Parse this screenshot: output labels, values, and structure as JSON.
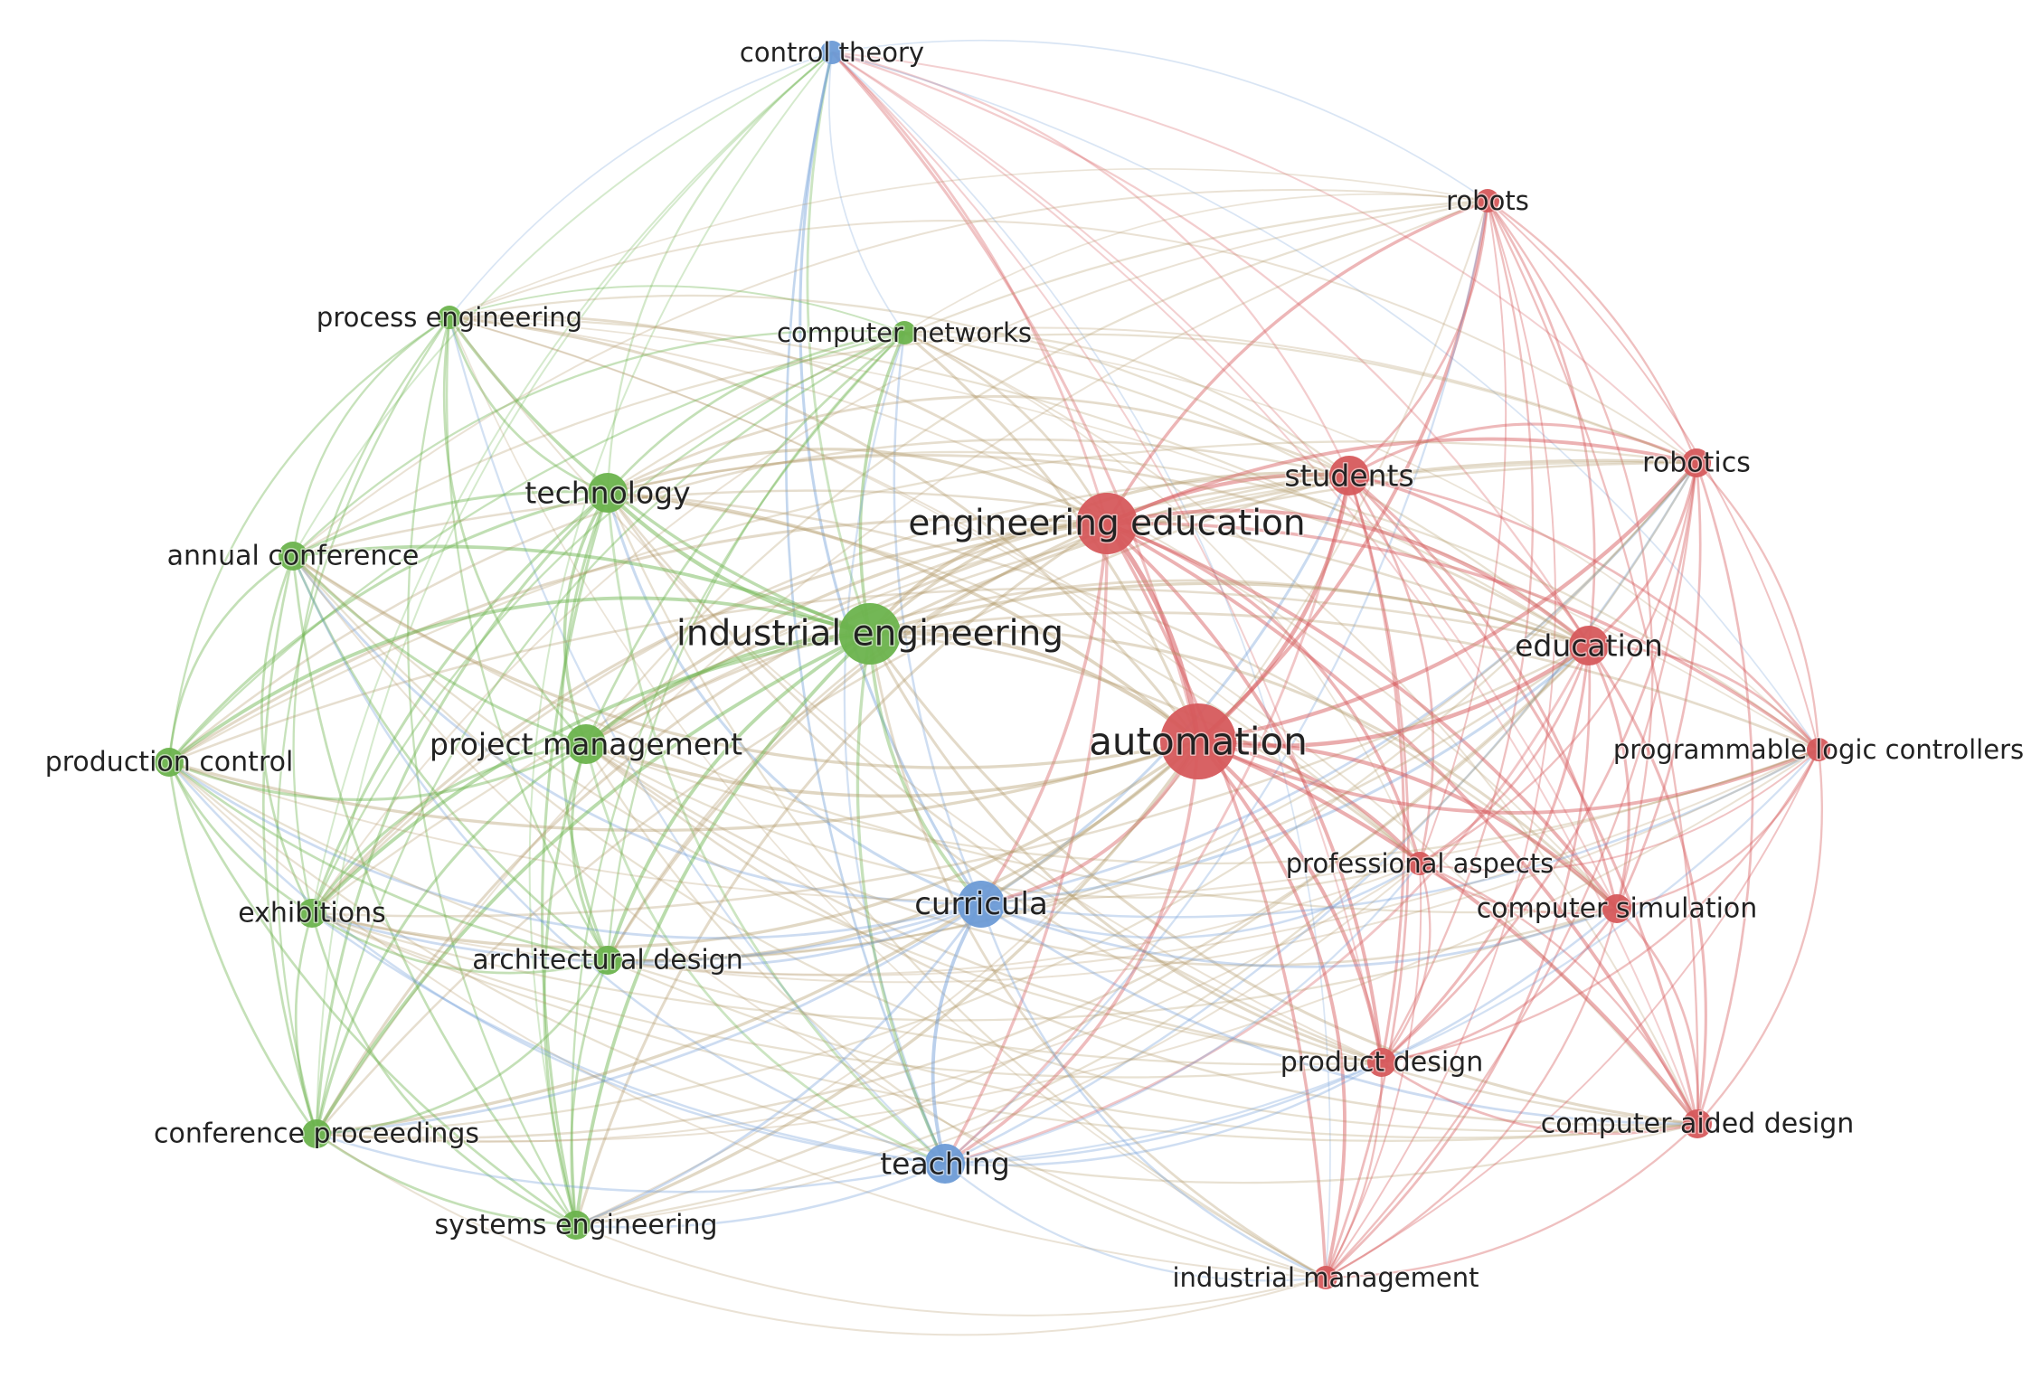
{
  "colors": {
    "cluster1": "#d65a5c",
    "cluster2": "#6cb34d",
    "cluster3": "#6d9bd6",
    "background": "#ffffff"
  },
  "nodes": [
    {
      "id": "control-theory",
      "label": "control theory",
      "cluster": 3,
      "weight": 1
    },
    {
      "id": "robots",
      "label": "robots",
      "cluster": 1,
      "weight": 1
    },
    {
      "id": "process-engineering",
      "label": "process engineering",
      "cluster": 2,
      "weight": 1
    },
    {
      "id": "computer-networks",
      "label": "computer networks",
      "cluster": 2,
      "weight": 1
    },
    {
      "id": "students",
      "label": "students",
      "cluster": 1,
      "weight": 3
    },
    {
      "id": "robotics",
      "label": "robotics",
      "cluster": 1,
      "weight": 2
    },
    {
      "id": "technology",
      "label": "technology",
      "cluster": 2,
      "weight": 3
    },
    {
      "id": "engineering-education",
      "label": "engineering education",
      "cluster": 1,
      "weight": 5
    },
    {
      "id": "annual-conference",
      "label": "annual conference",
      "cluster": 2,
      "weight": 2
    },
    {
      "id": "industrial-engineering",
      "label": "industrial engineering",
      "cluster": 2,
      "weight": 5
    },
    {
      "id": "education",
      "label": "education",
      "cluster": 1,
      "weight": 3
    },
    {
      "id": "automation",
      "label": "automation",
      "cluster": 1,
      "weight": 6
    },
    {
      "id": "production-control",
      "label": "production control",
      "cluster": 2,
      "weight": 2
    },
    {
      "id": "project-management",
      "label": "project management",
      "cluster": 2,
      "weight": 3
    },
    {
      "id": "programmable-logic-controllers",
      "label": "programmable logic controllers",
      "cluster": 1,
      "weight": 1
    },
    {
      "id": "professional-aspects",
      "label": "professional aspects",
      "cluster": 1,
      "weight": 1
    },
    {
      "id": "exhibitions",
      "label": "exhibitions",
      "cluster": 2,
      "weight": 2
    },
    {
      "id": "curricula",
      "label": "curricula",
      "cluster": 3,
      "weight": 4
    },
    {
      "id": "computer-simulation",
      "label": "computer simulation",
      "cluster": 1,
      "weight": 2
    },
    {
      "id": "architectural-design",
      "label": "architectural design",
      "cluster": 2,
      "weight": 2
    },
    {
      "id": "product-design",
      "label": "product design",
      "cluster": 1,
      "weight": 2
    },
    {
      "id": "computer-aided-design",
      "label": "computer aided design",
      "cluster": 1,
      "weight": 2
    },
    {
      "id": "conference-proceedings",
      "label": "conference proceedings",
      "cluster": 2,
      "weight": 2
    },
    {
      "id": "teaching",
      "label": "teaching",
      "cluster": 3,
      "weight": 3
    },
    {
      "id": "systems-engineering",
      "label": "systems engineering",
      "cluster": 2,
      "weight": 2
    },
    {
      "id": "industrial-management",
      "label": "industrial management",
      "cluster": 1,
      "weight": 1
    }
  ]
}
